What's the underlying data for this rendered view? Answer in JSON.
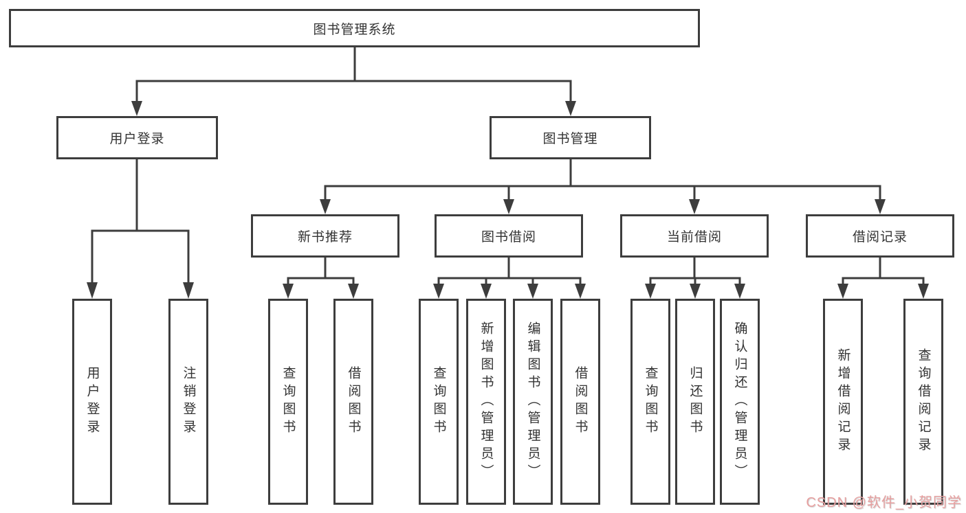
{
  "nodes": {
    "root": {
      "label": "图书管理系统"
    },
    "level2": [
      {
        "label": "用户登录"
      },
      {
        "label": "图书管理"
      }
    ],
    "level3": [
      {
        "label": "新书推荐"
      },
      {
        "label": "图书借阅"
      },
      {
        "label": "当前借阅"
      },
      {
        "label": "借阅记录"
      }
    ],
    "leaves": [
      {
        "label": "用户登录",
        "parent": "用户登录"
      },
      {
        "label": "注销登录",
        "parent": "用户登录"
      },
      {
        "label": "查询图书",
        "parent": "新书推荐"
      },
      {
        "label": "借阅图书",
        "parent": "新书推荐"
      },
      {
        "label": "查询图书",
        "parent": "图书借阅"
      },
      {
        "label": "新增图书（管理员）",
        "parent": "图书借阅"
      },
      {
        "label": "编辑图书（管理员）",
        "parent": "图书借阅"
      },
      {
        "label": "借阅图书",
        "parent": "图书借阅"
      },
      {
        "label": "查询图书",
        "parent": "当前借阅"
      },
      {
        "label": "归还图书",
        "parent": "当前借阅"
      },
      {
        "label": "确认归还（管理员）",
        "parent": "当前借阅"
      },
      {
        "label": "新增借阅记录",
        "parent": "借阅记录"
      },
      {
        "label": "查询借阅记录",
        "parent": "借阅记录"
      }
    ]
  },
  "watermark": {
    "text": "CSDN @软件_小贺同学",
    "color": "#e79f9f"
  },
  "colors": {
    "line": "#3d3d3d",
    "border": "#3d3d3d",
    "text": "#333333",
    "background": "#ffffff"
  }
}
